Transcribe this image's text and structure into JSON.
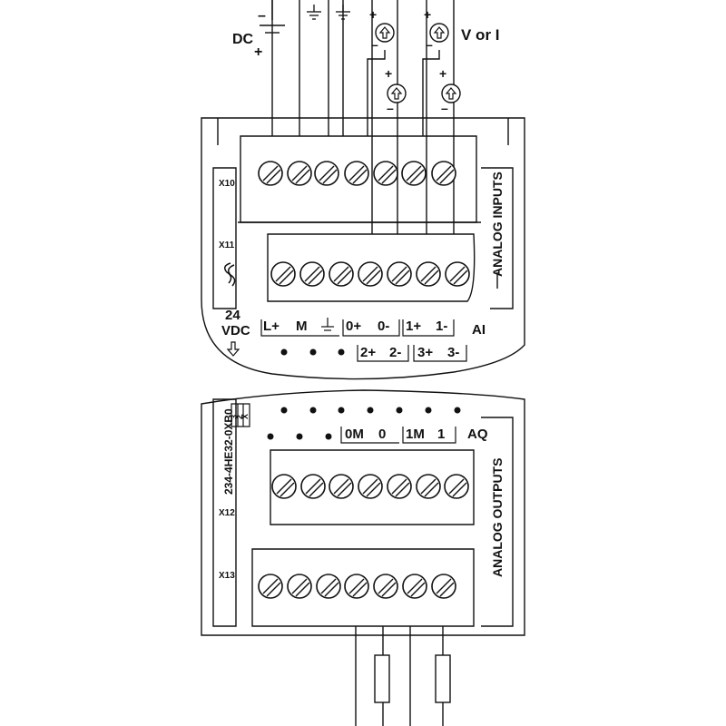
{
  "supply": {
    "dc_label": "DC",
    "minus": "–",
    "plus": "+"
  },
  "source_label": "V or I",
  "source_signs": {
    "plus": "+",
    "minus": "–"
  },
  "connectors": {
    "x10": "X10",
    "x11": "X11",
    "x12": "X12",
    "x13": "X13"
  },
  "side_labels": {
    "inputs": "ANALOG INPUTS",
    "outputs": "ANALOG OUTPUTS"
  },
  "power": {
    "line1": "24",
    "line2": "VDC"
  },
  "inputs_row1": [
    "L+",
    "M",
    "",
    "0+",
    "0-",
    "1+",
    "1-"
  ],
  "inputs_row2": [
    "2+",
    "2-",
    "3+",
    "3-"
  ],
  "ai_label": "AI",
  "outputs_row": [
    "0M",
    "0",
    "1M",
    "1"
  ],
  "aq_label": "AQ",
  "part_number": "234-4HE32-0XB0",
  "version_boxes": [
    "X",
    "2",
    "3"
  ]
}
